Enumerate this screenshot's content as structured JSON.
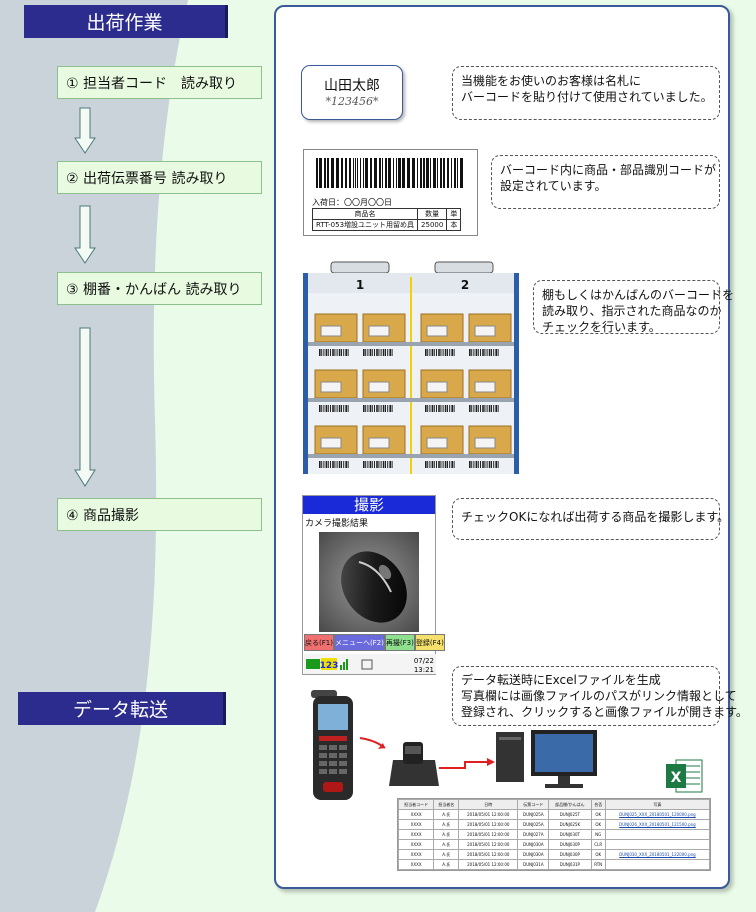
{
  "left": {
    "title": "出荷作業",
    "steps": [
      "① 担当者コード　読み取り",
      "② 出荷伝票番号 読み取り",
      "③ 棚番・かんばん 読み取り",
      "④ 商品撮影"
    ],
    "transfer_title": "データ転送"
  },
  "name_card": {
    "name": "山田太郎",
    "code": "*123456*"
  },
  "notes": [
    [
      "当機能をお使いのお客様は名札に",
      "バーコードを貼り付けて使用されていました。"
    ],
    [
      "バーコード内に商品・部品識別コードが",
      "設定されています。"
    ],
    [
      "棚もしくはかんばんのバーコードを",
      "読み取り、指示された商品なのか",
      "チェックを行います。"
    ],
    [
      "チェックOKになれば出荷する商品を撮影します。"
    ],
    [
      "データ転送時にExcelファイルを生成",
      "写真欄には画像ファイルのパスがリンク情報として",
      "登録され、クリックすると画像ファイルが開きます。"
    ]
  ],
  "label": {
    "date": "入荷日：〇〇月〇〇日",
    "headers": [
      "商品名",
      "数量",
      "単"
    ],
    "row": [
      "RTT-053増設ユニット用留め具",
      "25000",
      "本"
    ]
  },
  "shelf": {
    "columns": [
      "1",
      "2"
    ]
  },
  "camera": {
    "title": "撮影",
    "subtitle": "カメラ撮影結果",
    "buttons": [
      "戻る(F1)",
      "メニューへ(F2)",
      "再撮(F3)",
      "登録(F4)"
    ],
    "status_num": "123",
    "status_date": "07/22",
    "status_time": "13:21"
  },
  "sheet": {
    "headers": [
      "担当者コード",
      "担当者名",
      "日時",
      "伝票コード",
      "部品棚/かんばん",
      "合否",
      "写真"
    ],
    "rows": [
      [
        "XXXX",
        "A.氏",
        "2018/05/01 12:00:00",
        "DUNJ025A",
        "DUNJ025T",
        "OK",
        "DUNJ025_XXX_20180501_120000.png"
      ],
      [
        "XXXX",
        "A.氏",
        "2018/05/01 12:00:00",
        "DUNJ025A",
        "DUNJ025K",
        "OK",
        "DUNJ026_XXX_20180501_121500.png"
      ],
      [
        "XXXX",
        "A.氏",
        "2018/05/01 12:00:00",
        "DUNJ027A",
        "DUNJ030T",
        "NG",
        ""
      ],
      [
        "XXXX",
        "A.氏",
        "2018/05/01 12:00:00",
        "DUNJ030A",
        "DUNJ030P",
        "CLR",
        ""
      ],
      [
        "XXXX",
        "A.氏",
        "2018/05/01 12:00:00",
        "DUNJ030A",
        "DUNJ030P",
        "OK",
        "DUNJ030_XXX_20180501_122000.png"
      ],
      [
        "XXXX",
        "A.氏",
        "2018/05/01 12:00:00",
        "DUNJ031A",
        "DUNJ031P",
        "RTN",
        ""
      ]
    ]
  },
  "colors": {
    "header_bg": "#2c2c8e",
    "step_bg": "#e8fbe0",
    "panel_border": "#3a5a9a"
  }
}
